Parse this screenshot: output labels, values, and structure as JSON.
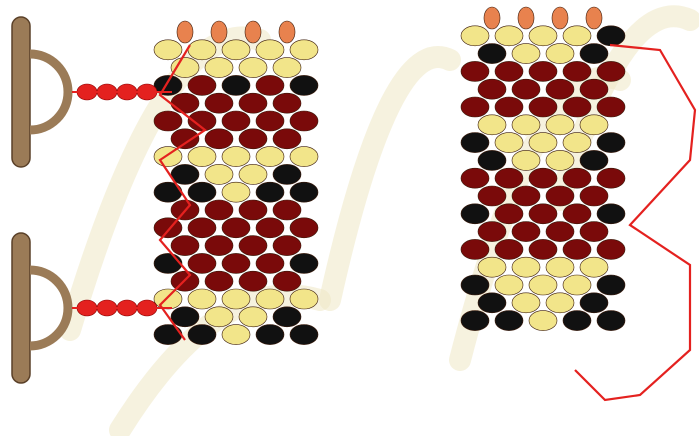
{
  "palette": {
    "background": "#ffffff",
    "watermark": "#efe7c4",
    "bead_dark_red": "#7a0a0a",
    "bead_black": "#111111",
    "bead_yellow": "#f2e58a",
    "bead_orange": "#e8824e",
    "thread_red": "#e4211f",
    "toggle_bronze": "#9b7b57"
  },
  "diagrams": [
    {
      "id": "left-pattern",
      "label": "",
      "has_toggles": true,
      "toggle_count": 2,
      "bead_rows": [
        [
          "orange",
          "orange",
          "orange",
          "orange"
        ],
        [
          "yellow",
          "yellow",
          "yellow",
          "yellow",
          "yellow"
        ],
        [
          "yellow",
          "yellow",
          "yellow",
          "yellow"
        ],
        [
          "black",
          "dark_red",
          "black",
          "dark_red",
          "black"
        ],
        [
          "dark_red",
          "dark_red",
          "dark_red",
          "dark_red"
        ],
        [
          "dark_red",
          "dark_red",
          "dark_red",
          "dark_red",
          "dark_red"
        ],
        [
          "dark_red",
          "dark_red",
          "dark_red",
          "dark_red"
        ],
        [
          "yellow",
          "yellow",
          "yellow",
          "yellow",
          "yellow"
        ],
        [
          "black",
          "yellow",
          "yellow",
          "black"
        ],
        [
          "black",
          "black",
          "yellow",
          "black",
          "black"
        ],
        [
          "dark_red",
          "dark_red",
          "dark_red",
          "dark_red"
        ],
        [
          "dark_red",
          "dark_red",
          "dark_red",
          "dark_red",
          "dark_red"
        ],
        [
          "dark_red",
          "dark_red",
          "dark_red",
          "dark_red"
        ],
        [
          "black",
          "dark_red",
          "dark_red",
          "dark_red",
          "black"
        ],
        [
          "dark_red",
          "dark_red",
          "dark_red",
          "dark_red"
        ],
        [
          "yellow",
          "yellow",
          "yellow",
          "yellow",
          "yellow"
        ],
        [
          "black",
          "yellow",
          "yellow",
          "black"
        ],
        [
          "black",
          "black",
          "yellow",
          "black",
          "black"
        ]
      ]
    },
    {
      "id": "right-pattern",
      "label": "",
      "has_toggles": false,
      "toggle_count": 0,
      "bead_rows": [
        [
          "orange",
          "orange",
          "orange",
          "orange"
        ],
        [
          "yellow",
          "yellow",
          "yellow",
          "yellow",
          "black"
        ],
        [
          "black",
          "yellow",
          "yellow",
          "black"
        ],
        [
          "dark_red",
          "dark_red",
          "dark_red",
          "dark_red",
          "dark_red"
        ],
        [
          "dark_red",
          "dark_red",
          "dark_red",
          "dark_red"
        ],
        [
          "dark_red",
          "dark_red",
          "dark_red",
          "dark_red",
          "dark_red"
        ],
        [
          "yellow",
          "yellow",
          "yellow",
          "yellow"
        ],
        [
          "black",
          "yellow",
          "yellow",
          "yellow",
          "black"
        ],
        [
          "black",
          "yellow",
          "yellow",
          "black"
        ],
        [
          "dark_red",
          "dark_red",
          "dark_red",
          "dark_red",
          "dark_red"
        ],
        [
          "dark_red",
          "dark_red",
          "dark_red",
          "dark_red"
        ],
        [
          "black",
          "dark_red",
          "dark_red",
          "dark_red",
          "black"
        ],
        [
          "dark_red",
          "dark_red",
          "dark_red",
          "dark_red"
        ],
        [
          "dark_red",
          "dark_red",
          "dark_red",
          "dark_red",
          "dark_red"
        ],
        [
          "yellow",
          "yellow",
          "yellow",
          "yellow"
        ],
        [
          "black",
          "yellow",
          "yellow",
          "yellow",
          "black"
        ],
        [
          "black",
          "yellow",
          "yellow",
          "black"
        ],
        [
          "black",
          "black",
          "yellow",
          "black",
          "black"
        ]
      ]
    }
  ]
}
